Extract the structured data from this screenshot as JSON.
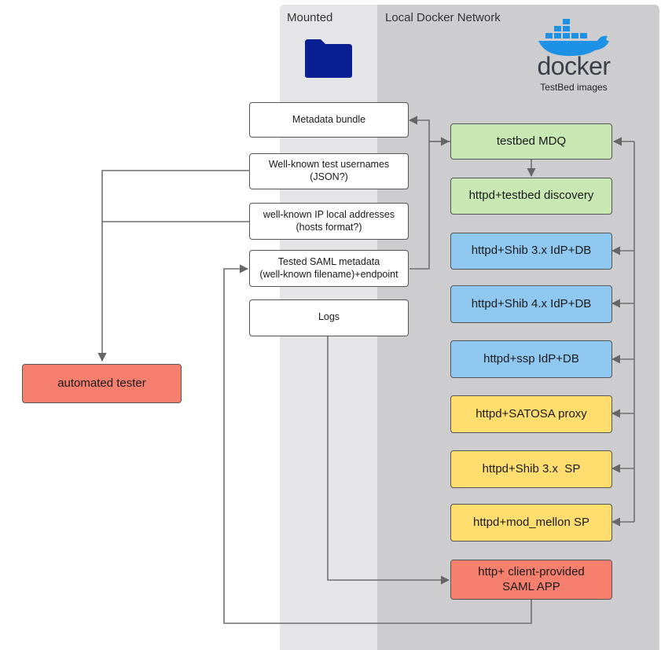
{
  "regions": {
    "mounted": "Mounted",
    "docker_network": "Local Docker Network"
  },
  "docker_logo": {
    "wordmark": "docker",
    "subtitle": "TestBed images",
    "icon": "docker-whale-icon"
  },
  "mounted_icon": "folder-icon",
  "mounted_boxes": {
    "metadata_bundle": "Metadata bundle",
    "test_usernames": [
      "Well-known test usernames",
      "(JSON?)"
    ],
    "ip_addresses": [
      "well-known IP local addresses",
      "(hosts format?)"
    ],
    "saml_metadata": [
      "Tested SAML metadata",
      "(well-known filename)+endpoint"
    ],
    "logs": "Logs"
  },
  "tester": "automated tester",
  "containers": {
    "mdq": "testbed MDQ",
    "discovery": "httpd+testbed discovery",
    "shib3_idp": "httpd+Shib 3.x IdP+DB",
    "shib4_idp": "httpd+Shib 4.x IdP+DB",
    "ssp_idp": "httpd+ssp IdP+DB",
    "satosa": "httpd+SATOSA proxy",
    "shib3_sp": "httpd+Shib 3.x  SP",
    "mellon_sp": "httpd+mod_mellon SP",
    "saml_app": [
      "http+ client-provided",
      "SAML APP"
    ]
  },
  "colors": {
    "mounted_bg": "#e5e5e7",
    "docker_bg": "#cdcdcf",
    "green": "#c7e7b3",
    "blue": "#8ec8f0",
    "yellow": "#ffdd6e",
    "red": "#f77f6e",
    "docker_blue": "#1d91e6",
    "folder_blue": "#0a1f91"
  }
}
